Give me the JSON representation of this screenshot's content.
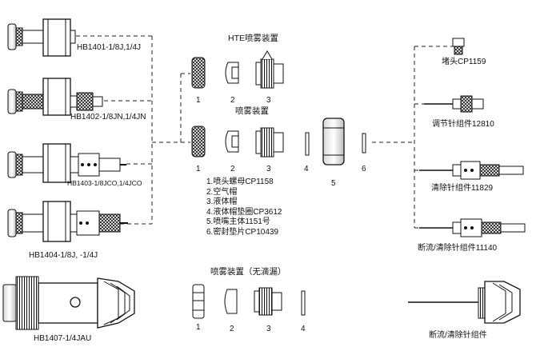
{
  "models": {
    "hb1401": "HB1401-1/8J,1/4J",
    "hb1402": "HB1402-1/8JN,1/4JN",
    "hb1403": "HB1403-1/8JCO,1/4JCO",
    "hb1404": "HB1404-1/8J, -1/4J",
    "hb1407": "HB1407-1/4JAU"
  },
  "assemblies": {
    "hte": "HTE喷雾装置",
    "spray": "喷雾装置",
    "no_drip": "喷雾装置（无滴漏）"
  },
  "part_numbers": [
    "1",
    "2",
    "3",
    "4",
    "5",
    "6"
  ],
  "legend": [
    "1.喷头螺母CP1158",
    "2.空气帽",
    "3.液体帽",
    "4.液体帽垫圈CP3612",
    "5.喷嘴主体1151号",
    "6.密封垫片CP10439"
  ],
  "accessories": {
    "plug": "堵头CP1159",
    "adjust_needle": "调节针组件12810",
    "cleanout_needle": "清除针组件11829",
    "shutoff_cleanout_11140": "断流/清除针组件11140",
    "shutoff_cleanout": "断流/清除针组件"
  }
}
